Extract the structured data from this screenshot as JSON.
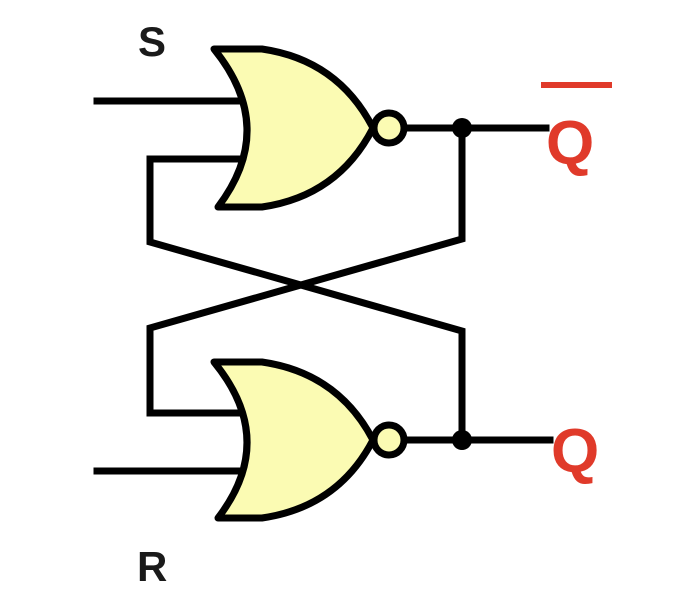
{
  "diagram": {
    "inputs": {
      "s_label": "S",
      "r_label": "R"
    },
    "outputs": {
      "q_bar_label": "Q",
      "q_label": "Q"
    },
    "gates": [
      {
        "id": "top-gate",
        "type": "NOR"
      },
      {
        "id": "bottom-gate",
        "type": "NOR"
      }
    ],
    "colors": {
      "wire": "#000000",
      "gate_fill": "#fbfbb3",
      "output_label": "#e03a2a",
      "input_label": "#1a1a1a"
    }
  }
}
